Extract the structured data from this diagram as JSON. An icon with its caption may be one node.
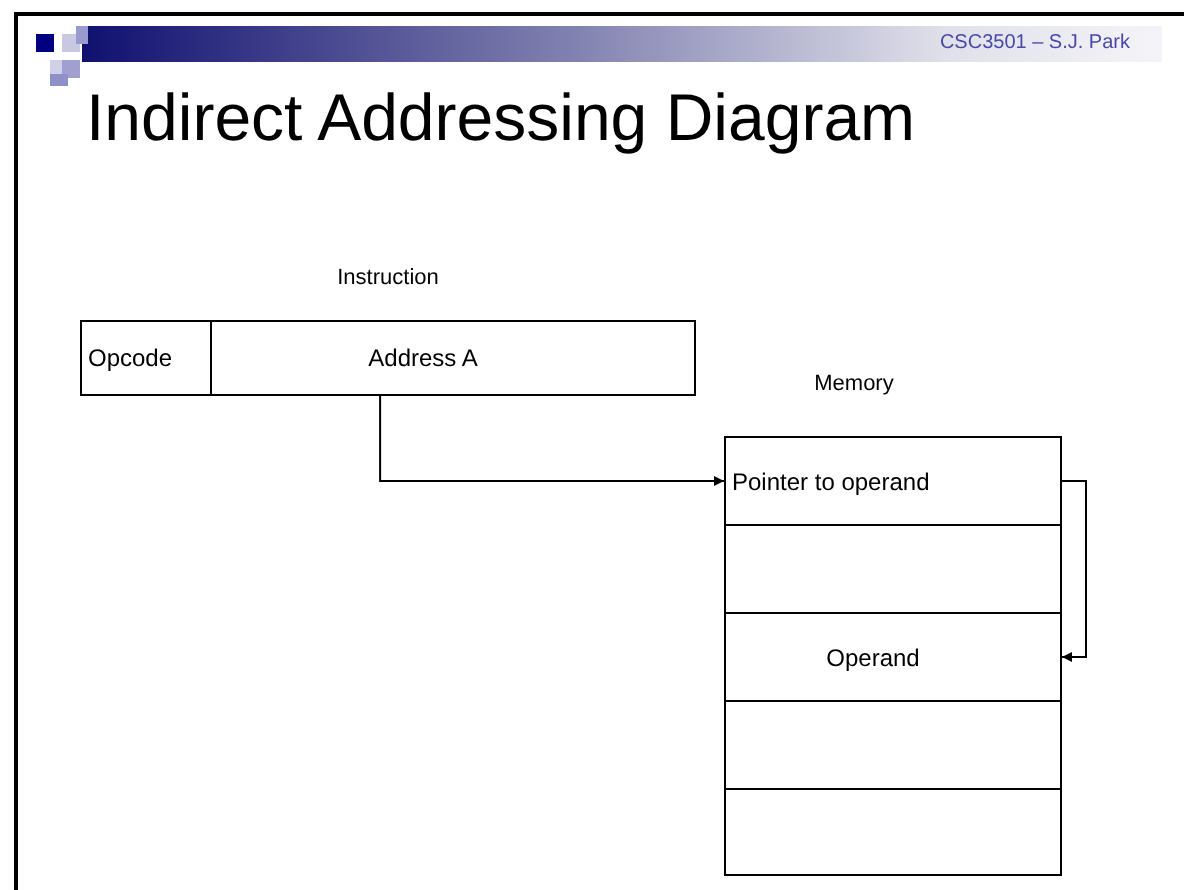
{
  "diagram": {
    "title": "Indirect Addressing Diagram",
    "nodes": [
      {
        "text": [
          "Instruction"
        ]
      },
      {
        "text": [
          "Opcode"
        ],
        "in": 0
      },
      {
        "text": [
          "Address A"
        ],
        "in": 0
      },
      {
        "text": [
          "Memory"
        ]
      },
      {
        "text": [
          "Pointer to operand"
        ],
        "in": 3
      },
      {
        "text": [],
        "shape": "box",
        "in": 3
      },
      {
        "text": [
          "Operand"
        ],
        "in": 3
      },
      {
        "text": [],
        "shape": "box",
        "in": 3
      },
      {
        "text": [],
        "shape": "box",
        "in": 3
      }
    ],
    "edges": [
      {
        "from": 2,
        "to": 4,
        "arrow": "to"
      },
      {
        "from": 4,
        "to": 6,
        "arrow": "to"
      }
    ],
    "labels": [
      "CSC3501 – S.J. Park"
    ]
  }
}
